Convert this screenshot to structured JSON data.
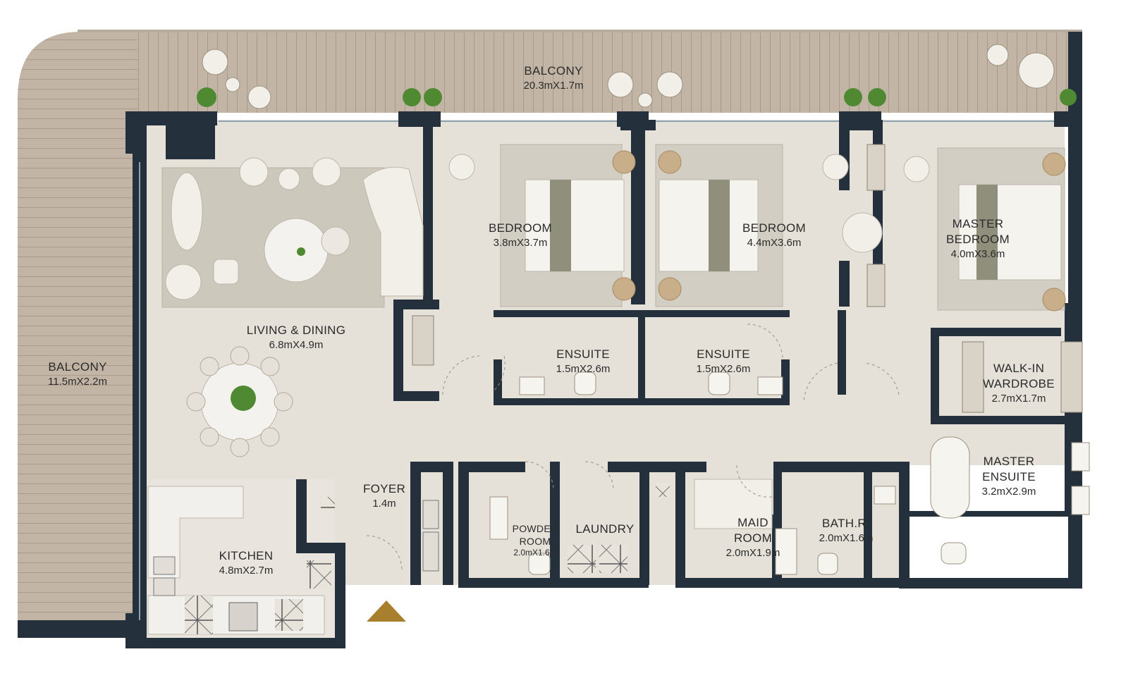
{
  "rooms": {
    "balcony_top": {
      "name": "BALCONY",
      "dims": "20.3mX1.7m"
    },
    "balcony_left": {
      "name": "BALCONY",
      "dims": "11.5mX2.2m"
    },
    "living": {
      "name": "LIVING & DINING",
      "dims": "6.8mX4.9m"
    },
    "bedroom1": {
      "name": "BEDROOM",
      "dims": "3.8mX3.7m"
    },
    "bedroom2": {
      "name": "BEDROOM",
      "dims": "4.4mX3.6m"
    },
    "master_bedroom": {
      "name_line1": "MASTER",
      "name_line2": "BEDROOM",
      "dims": "4.0mX3.6m"
    },
    "ensuite1": {
      "name": "ENSUITE",
      "dims": "1.5mX2.6m"
    },
    "ensuite2": {
      "name": "ENSUITE",
      "dims": "1.5mX2.6m"
    },
    "walkin": {
      "name_line1": "WALK-IN",
      "name_line2": "WARDROBE",
      "dims": "2.7mX1.7m"
    },
    "master_ensuite": {
      "name_line1": "MASTER",
      "name_line2": "ENSUITE",
      "dims": "3.2mX2.9m"
    },
    "foyer": {
      "name": "FOYER",
      "dims": "1.4m"
    },
    "kitchen": {
      "name": "KITCHEN",
      "dims": "4.8mX2.7m"
    },
    "powder": {
      "name_line1": "POWDER",
      "name_line2": "ROOM",
      "dims": "2.0mX1.6m"
    },
    "laundry": {
      "name": "LAUNDRY"
    },
    "maid": {
      "name_line1": "MAID",
      "name_line2": "ROOM",
      "dims": "2.0mX1.9m"
    },
    "bath": {
      "name": "BATH.R.",
      "dims": "2.0mX1.6m"
    }
  },
  "colors": {
    "wall": "#24313d",
    "floor": "#e6e1d8",
    "deck": "#c3b5a6",
    "deck_line": "#a99a8b",
    "rug": "#cdc8bc",
    "furniture": "#f2efe9",
    "bed_accent": "#8f8f7c",
    "plant": "#4f8a32",
    "entry_marker": "#a8802d"
  }
}
